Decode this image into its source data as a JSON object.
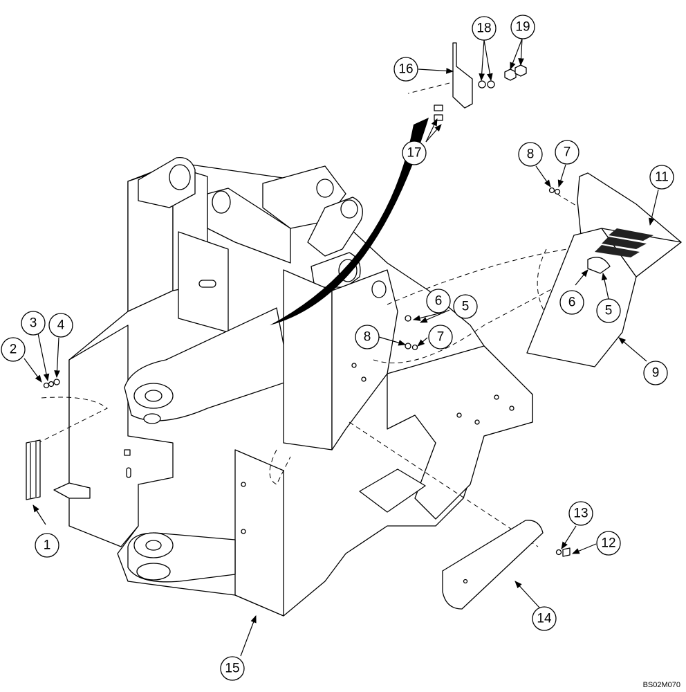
{
  "drawing_code": "BS02M070",
  "colors": {
    "ink": "#000000",
    "paper": "#ffffff"
  },
  "callouts": [
    "1",
    "2",
    "3",
    "4",
    "5",
    "5",
    "6",
    "6",
    "7",
    "7",
    "8",
    "8",
    "9",
    "11",
    "12",
    "13",
    "14",
    "15",
    "16",
    "17",
    "18",
    "19"
  ]
}
